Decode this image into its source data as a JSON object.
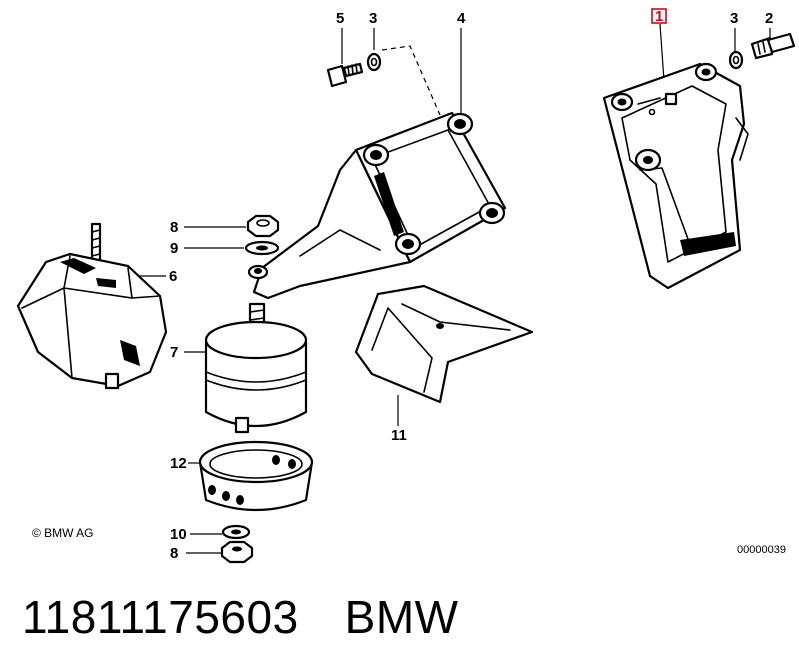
{
  "diagram": {
    "callouts": {
      "c1": "1",
      "c2": "2",
      "c3a": "3",
      "c3b": "3",
      "c4": "4",
      "c5": "5",
      "c6": "6",
      "c7": "7",
      "c8a": "8",
      "c8b": "8",
      "c9": "9",
      "c10": "10",
      "c11": "11",
      "c12": "12"
    },
    "copyright": "© BMW AG",
    "doc_number": "00000039",
    "highlight_color": "#d9001b"
  },
  "footer": {
    "part_number": "11811175603",
    "brand": "BMW"
  }
}
